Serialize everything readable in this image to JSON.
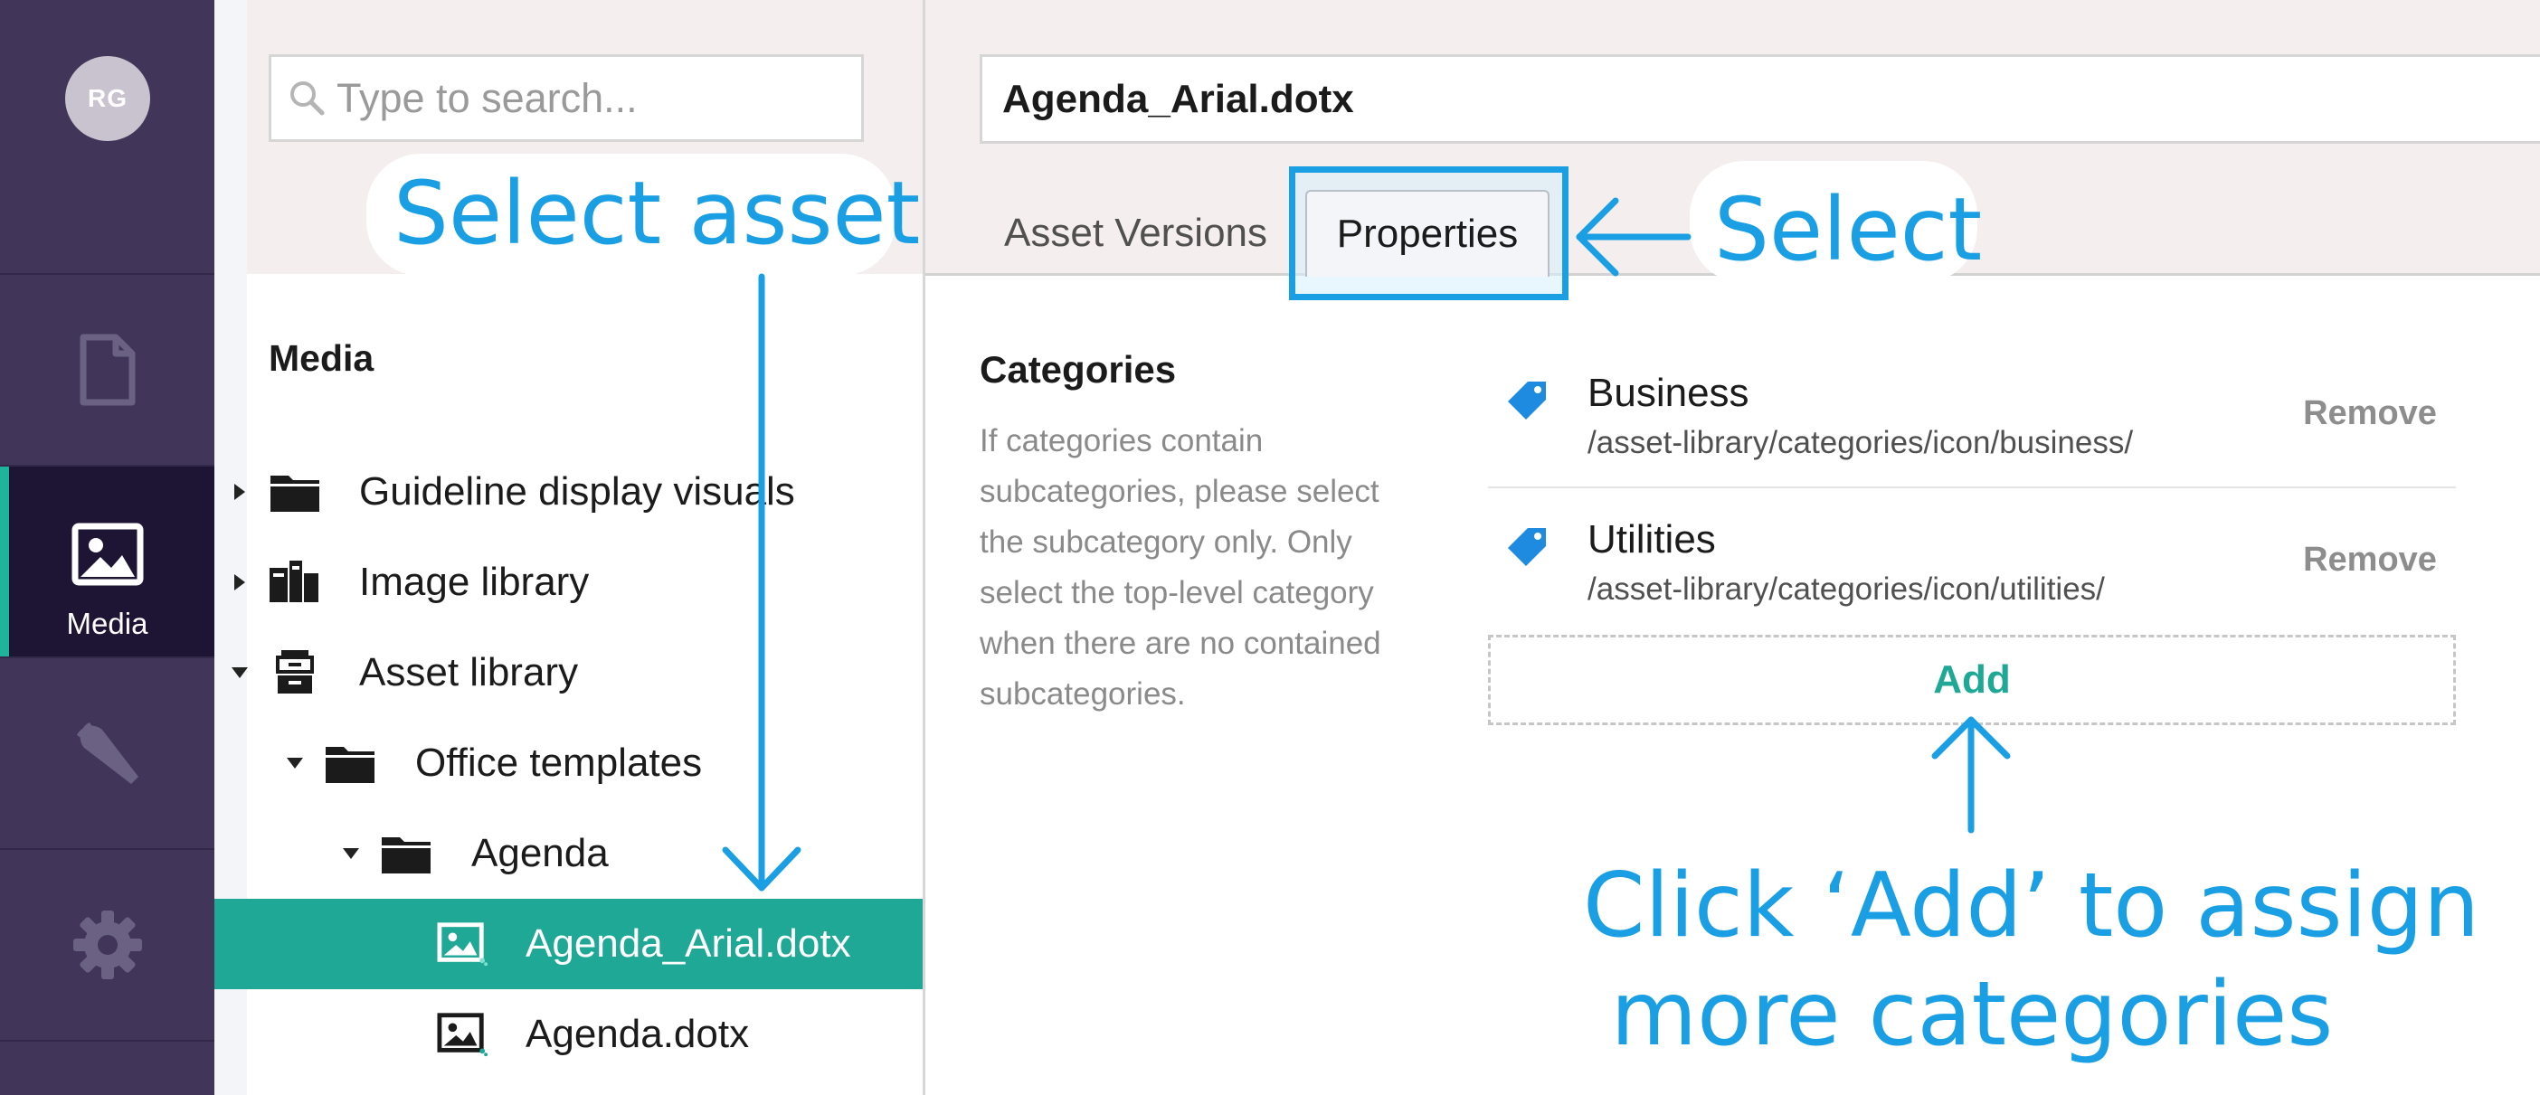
{
  "nav": {
    "avatar_initials": "RG",
    "items": [
      {
        "id": "content",
        "icon": "document-icon"
      },
      {
        "id": "media",
        "icon": "image-icon",
        "label": "Media",
        "active": true
      },
      {
        "id": "developer",
        "icon": "wrench-icon"
      },
      {
        "id": "settings",
        "icon": "gear-icon"
      }
    ],
    "colors": {
      "background": "#413659",
      "active_background": "#1e1534",
      "active_accent": "#1fb39b"
    }
  },
  "tree": {
    "search_placeholder": "Type to search...",
    "title": "Media",
    "rows": [
      {
        "label": "Guideline display visuals",
        "icon": "folder-icon",
        "expander": "collapsed"
      },
      {
        "label": "Image library",
        "icon": "image-library-icon",
        "expander": "collapsed"
      },
      {
        "label": "Asset library",
        "icon": "archive-icon",
        "expander": "expanded"
      },
      {
        "label": "Office templates",
        "icon": "folder-icon",
        "expander": "expanded"
      },
      {
        "label": "Agenda",
        "icon": "folder-icon",
        "expander": "expanded"
      },
      {
        "label": "Agenda_Arial.dotx",
        "icon": "file-image-icon",
        "selected": true
      },
      {
        "label": "Agenda.dotx",
        "icon": "file-image-icon"
      }
    ],
    "selected_color": "#1fa896"
  },
  "editor": {
    "name_value": "Agenda_Arial.dotx",
    "tabs": [
      {
        "label": "Asset Versions"
      },
      {
        "label": "Properties",
        "active": true
      }
    ],
    "categories": {
      "title": "Categories",
      "description": "If categories contain subcategories, please select the subcategory only. Only select the top-level category when there are no contained subcategories.",
      "items": [
        {
          "name": "Business",
          "path": "/asset-library/categories/icon/business/",
          "remove_label": "Remove",
          "icon": "tag-icon"
        },
        {
          "name": "Utilities",
          "path": "/asset-library/categories/icon/utilities/",
          "remove_label": "Remove",
          "icon": "tag-icon"
        }
      ],
      "add_label": "Add"
    },
    "colors": {
      "accent": "#1fa896",
      "tag": "#1f8be0"
    }
  },
  "annotations": {
    "select_asset": "Select asset",
    "select": "Select",
    "click_add_line1": "Click ‘Add’ to assign",
    "click_add_line2": "more categories",
    "color": "#1a9fe5"
  }
}
